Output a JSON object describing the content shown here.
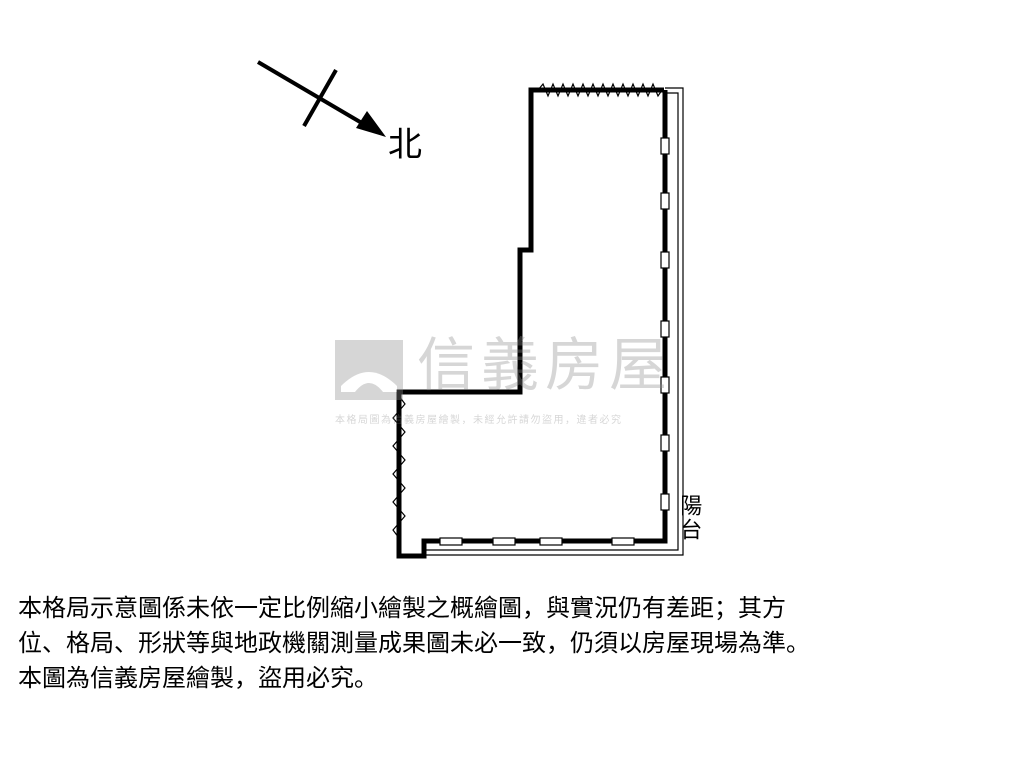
{
  "compass": {
    "label": "北",
    "icon": "north-arrow-icon"
  },
  "labels": {
    "balcony": "陽台"
  },
  "watermark": {
    "brand": "信義房屋",
    "notice": "本格局圖為信義房屋繪製，未經允許請勿盜用，違者必究",
    "logo_icon": "sinyi-logo-icon"
  },
  "disclaimer": {
    "line1": "本格局示意圖係未依一定比例縮小繪製之概繪圖，與實況仍有差距；其方",
    "line2": "位、格局、形狀等與地政機關測量成果圖未必一致，仍須以房屋現場為準。",
    "line3": "本圖為信義房屋繪製，盜用必究。"
  },
  "colors": {
    "wall": "#000000",
    "watermark": "#8c8c8c"
  }
}
